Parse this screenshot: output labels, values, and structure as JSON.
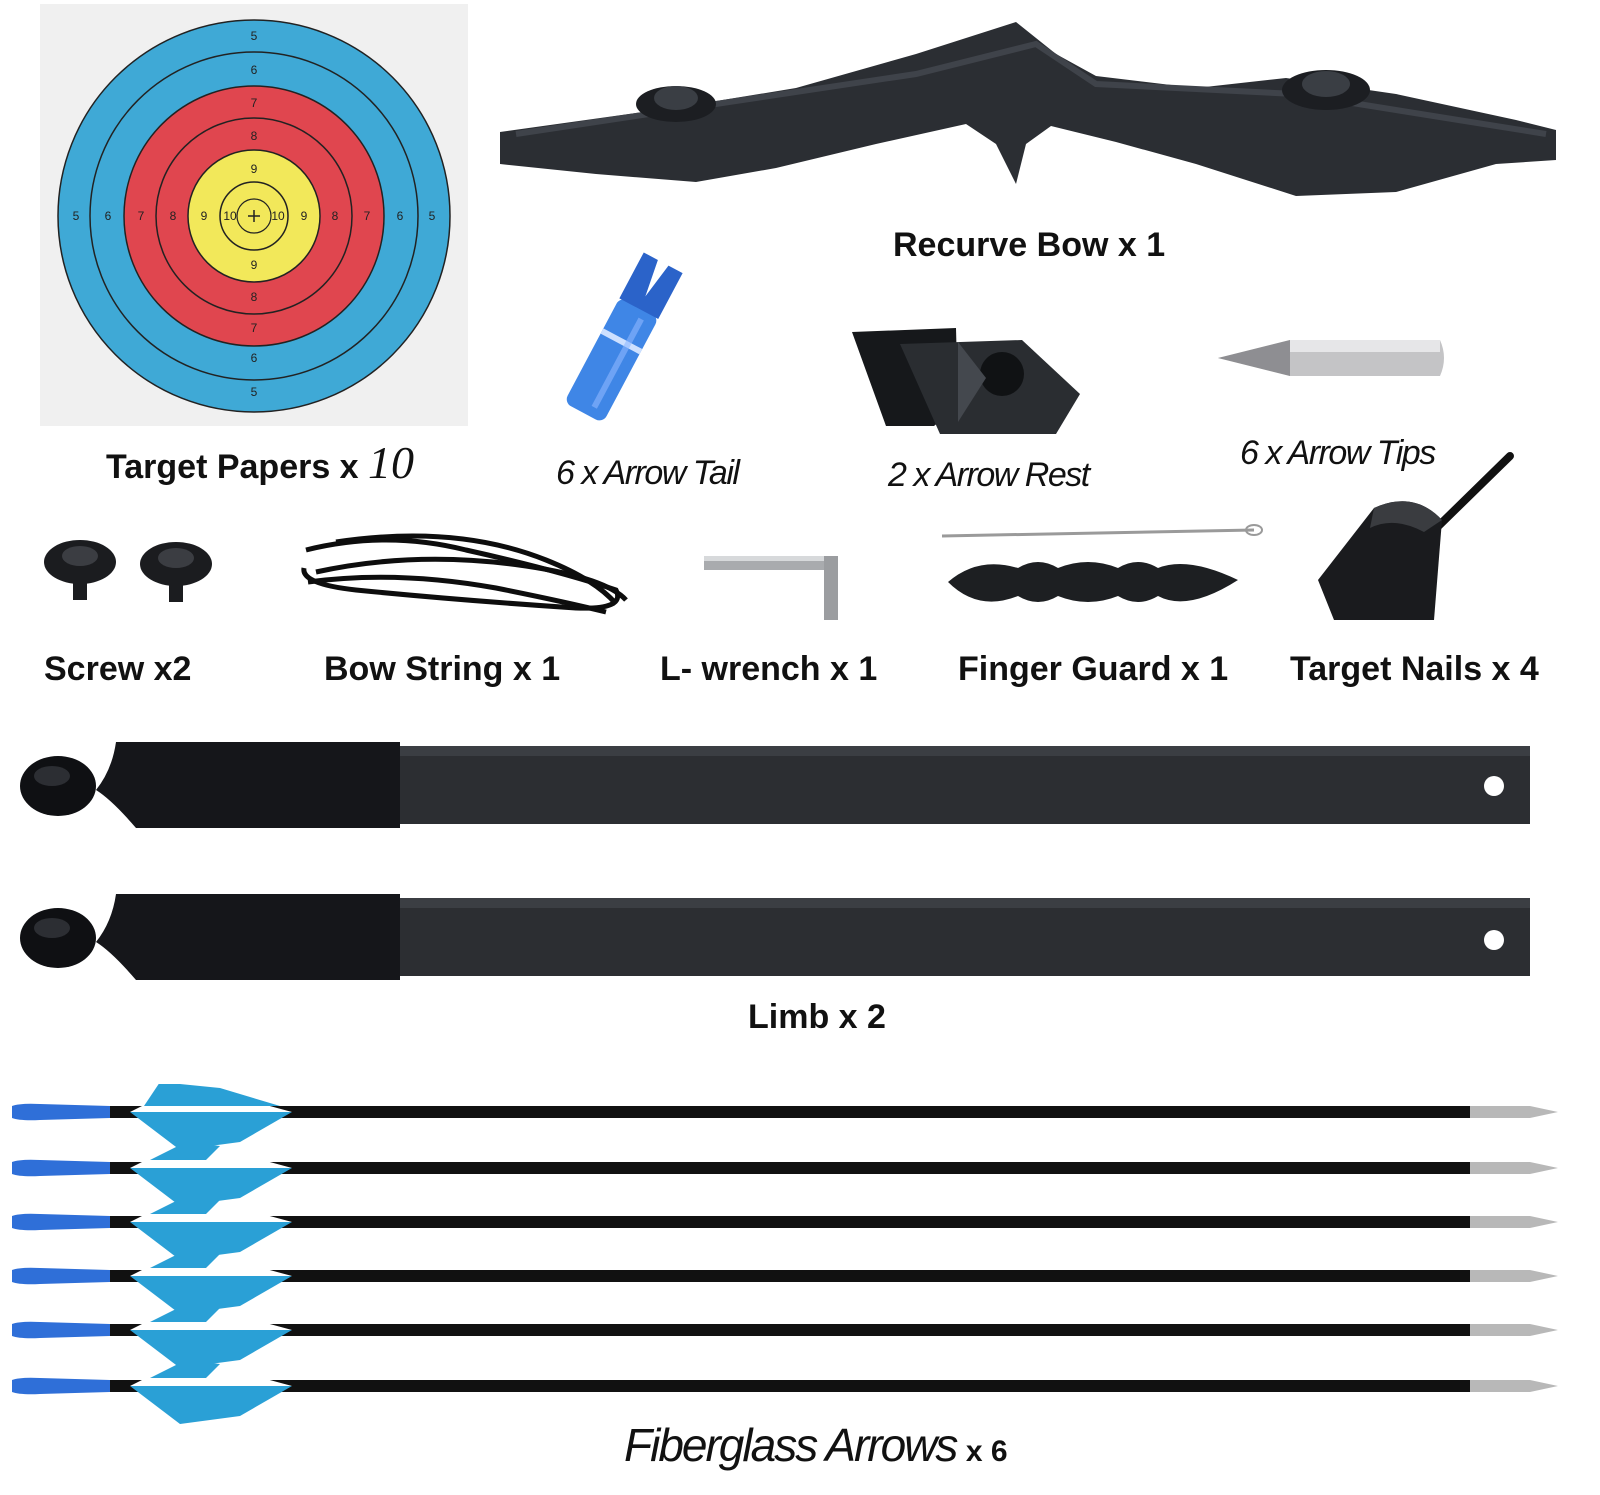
{
  "target": {
    "ring_numbers": {
      "top": [
        "5",
        "6",
        "7",
        "8",
        "9"
      ],
      "bottom": [
        "9",
        "8",
        "7",
        "6",
        "5"
      ],
      "left": [
        "5",
        "6",
        "7",
        "8",
        "9",
        "10"
      ],
      "right": [
        "10",
        "9",
        "8",
        "7",
        "6",
        "5"
      ]
    },
    "ring_colors": {
      "white": "#ffffff",
      "blue": "#3fa9d6",
      "red": "#e0464f",
      "yellow": "#f2e85a"
    },
    "label_main": "Target Papers x",
    "label_count": "10"
  },
  "items": {
    "recurve_bow": "Recurve Bow x 1",
    "arrow_tail": "6 x Arrow Tail",
    "arrow_rest": "2 x Arrow Rest",
    "arrow_tips": "6 x Arrow Tips",
    "screw": "Screw x2",
    "bow_string": "Bow String x 1",
    "l_wrench": "L- wrench x 1",
    "finger_guard": "Finger Guard x 1",
    "target_nails": "Target Nails x 4",
    "limb": "Limb x 2",
    "arrows_main": "Fiberglass Arrows",
    "arrows_count": "x 6"
  },
  "colors": {
    "fletch_blue": "#2aa0d6",
    "nock_blue": "#2f6fd8",
    "shaft": "#111111",
    "tip": "#b8b8b8",
    "limb": "#222428"
  }
}
